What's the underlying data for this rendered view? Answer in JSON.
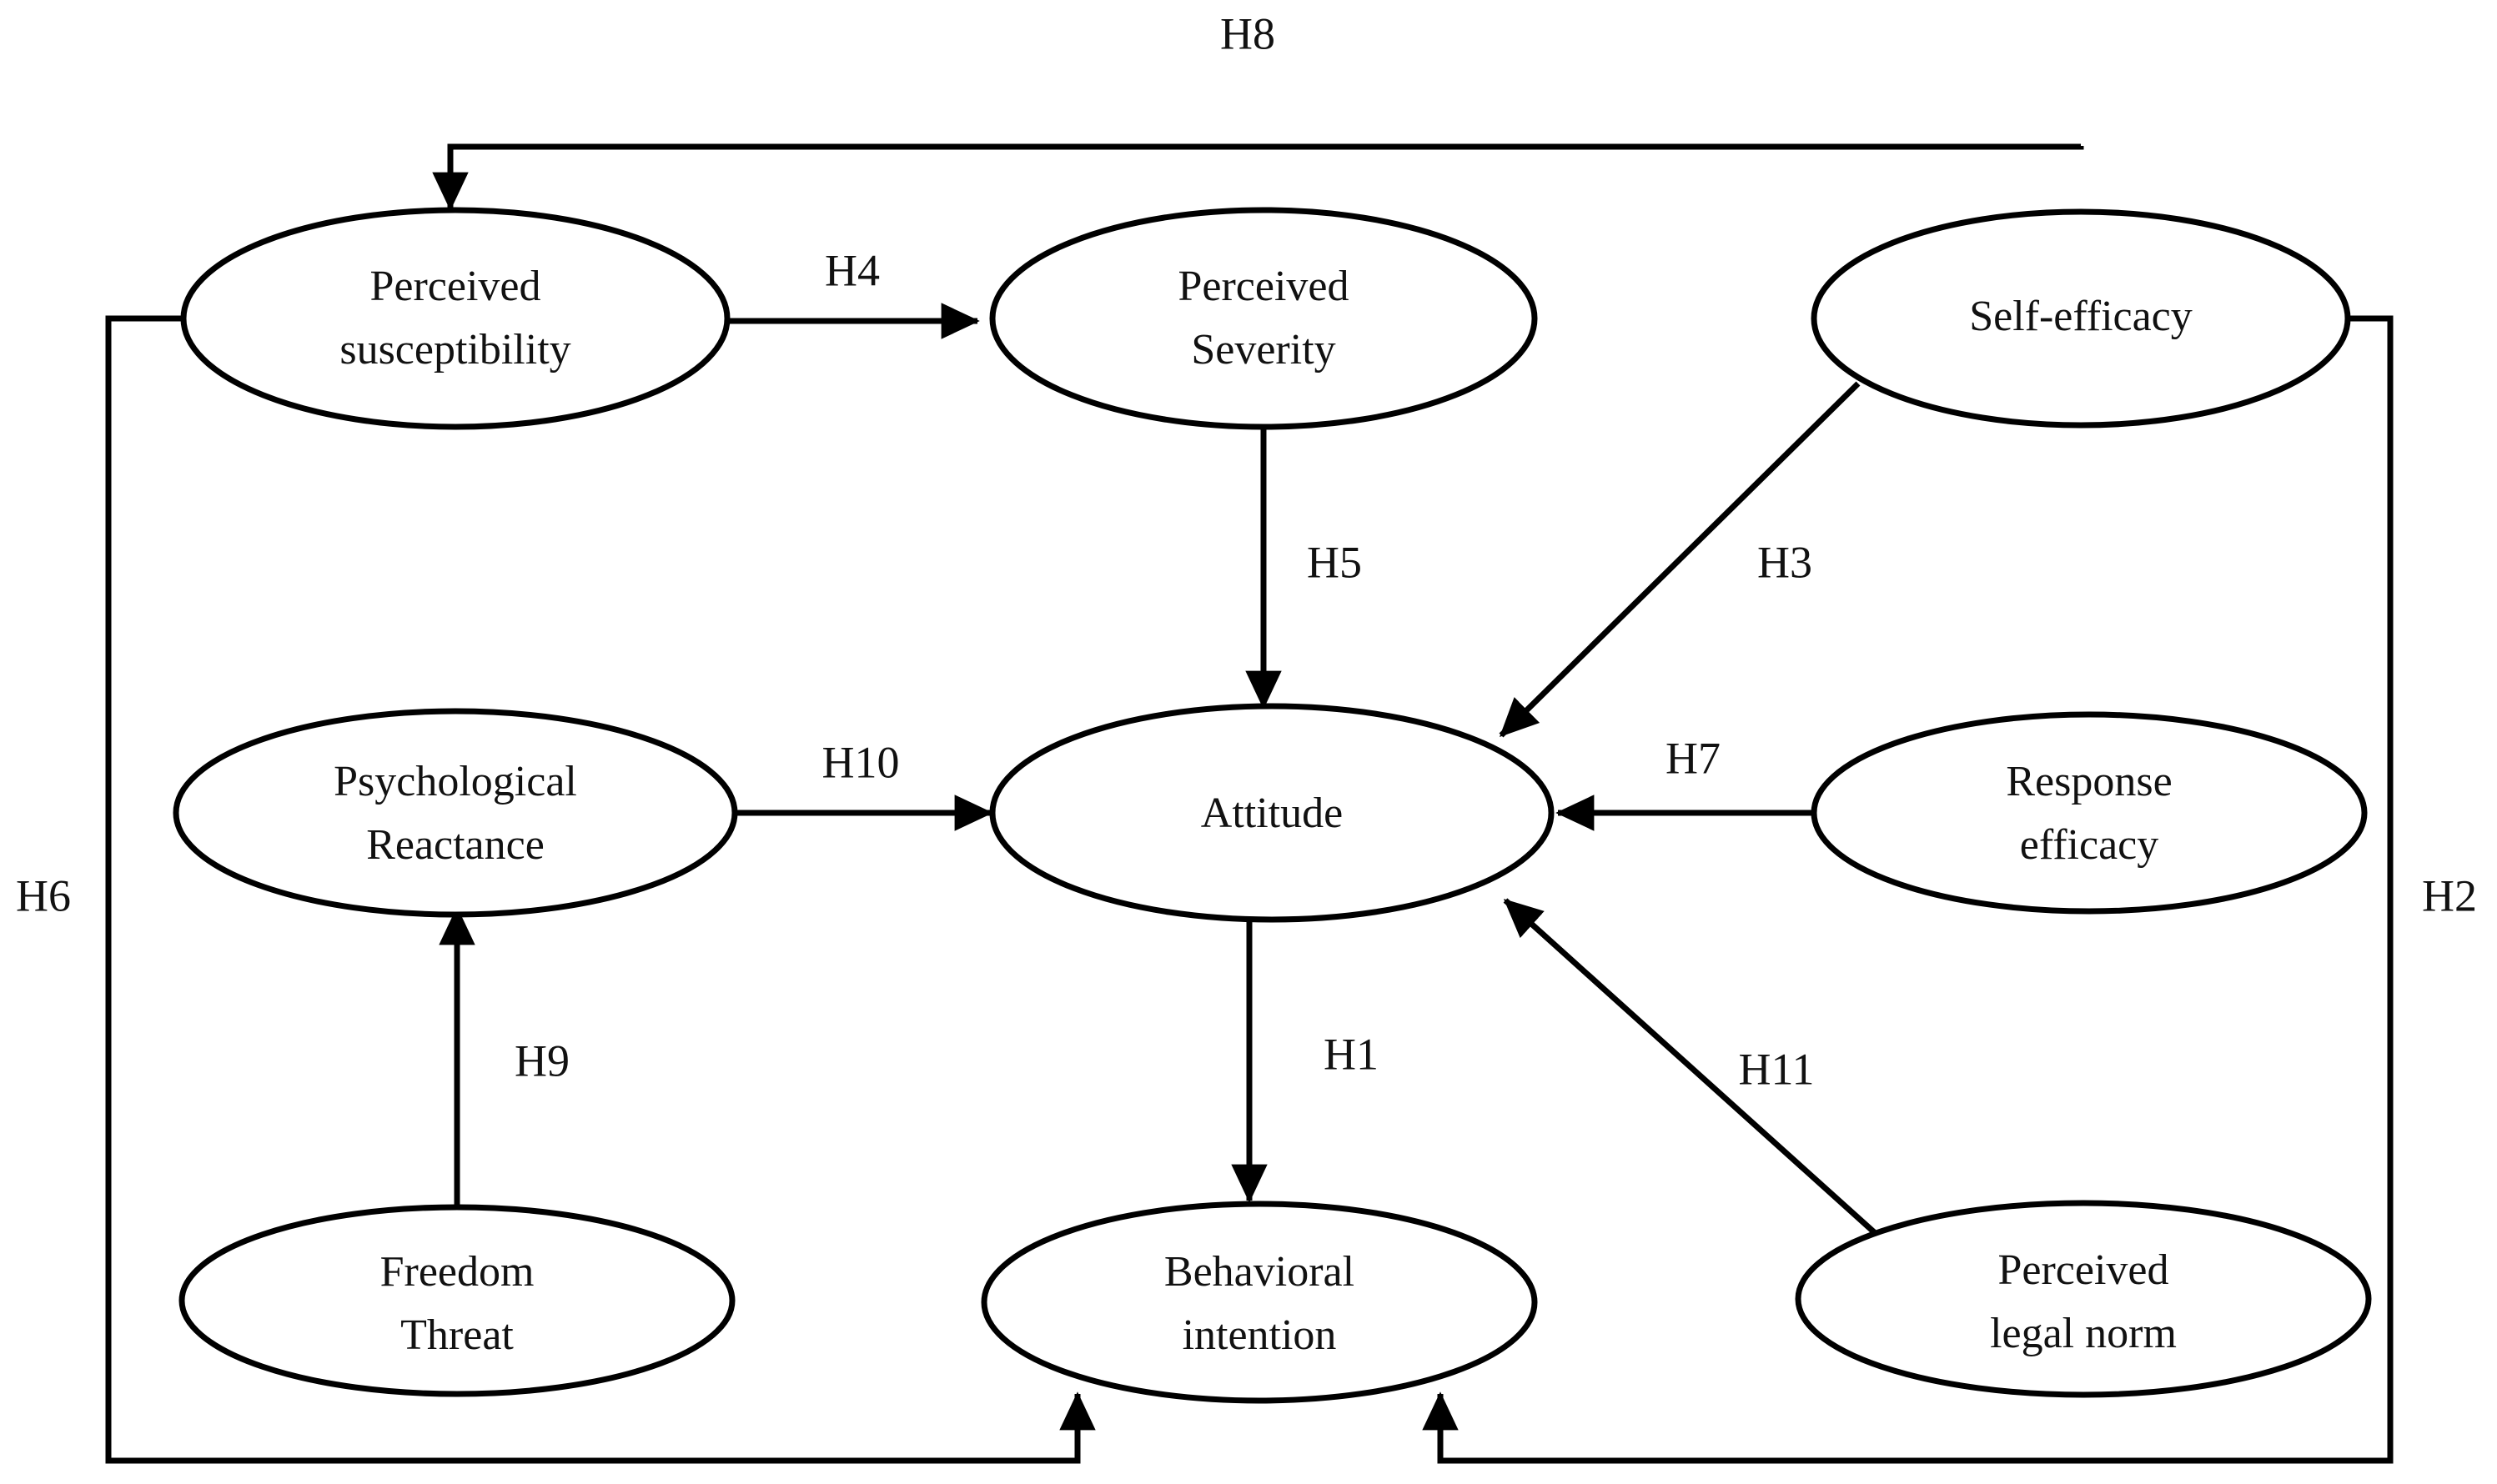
{
  "diagram": {
    "type": "path-model",
    "title": "",
    "background_color": "#ffffff",
    "stroke_color": "#000000",
    "text_color": "#111111",
    "nodes": [
      {
        "id": "perceived_susceptibility",
        "label_line1": "Perceived",
        "label_line2": "susceptibility"
      },
      {
        "id": "perceived_severity",
        "label_line1": "Perceived",
        "label_line2": "Severity"
      },
      {
        "id": "self_efficacy",
        "label_line1": "Self-efficacy",
        "label_line2": ""
      },
      {
        "id": "psychological_reactance",
        "label_line1": "Psychological",
        "label_line2": "Reactance"
      },
      {
        "id": "attitude",
        "label_line1": "Attitude",
        "label_line2": ""
      },
      {
        "id": "response_efficacy",
        "label_line1": "Response",
        "label_line2": "efficacy"
      },
      {
        "id": "freedom_threat",
        "label_line1": "Freedom",
        "label_line2": "Threat"
      },
      {
        "id": "behavioral_intention",
        "label_line1": "Behavioral",
        "label_line2": "intention"
      },
      {
        "id": "perceived_legal_norm",
        "label_line1": "Perceived",
        "label_line2": "legal norm"
      }
    ],
    "edges": [
      {
        "id": "h1",
        "label": "H1",
        "from": "attitude",
        "to": "behavioral_intention"
      },
      {
        "id": "h2",
        "label": "H2",
        "from": "self_efficacy",
        "to": "behavioral_intention"
      },
      {
        "id": "h3",
        "label": "H3",
        "from": "self_efficacy",
        "to": "attitude"
      },
      {
        "id": "h4",
        "label": "H4",
        "from": "perceived_susceptibility",
        "to": "perceived_severity"
      },
      {
        "id": "h5",
        "label": "H5",
        "from": "perceived_severity",
        "to": "attitude"
      },
      {
        "id": "h6",
        "label": "H6",
        "from": "perceived_susceptibility",
        "to": "behavioral_intention"
      },
      {
        "id": "h7",
        "label": "H7",
        "from": "response_efficacy",
        "to": "attitude"
      },
      {
        "id": "h8",
        "label": "H8",
        "from": "self_efficacy",
        "to": "perceived_susceptibility"
      },
      {
        "id": "h9",
        "label": "H9",
        "from": "freedom_threat",
        "to": "psychological_reactance"
      },
      {
        "id": "h10",
        "label": "H10",
        "from": "psychological_reactance",
        "to": "attitude"
      },
      {
        "id": "h11",
        "label": "H11",
        "from": "perceived_legal_norm",
        "to": "attitude"
      }
    ]
  }
}
